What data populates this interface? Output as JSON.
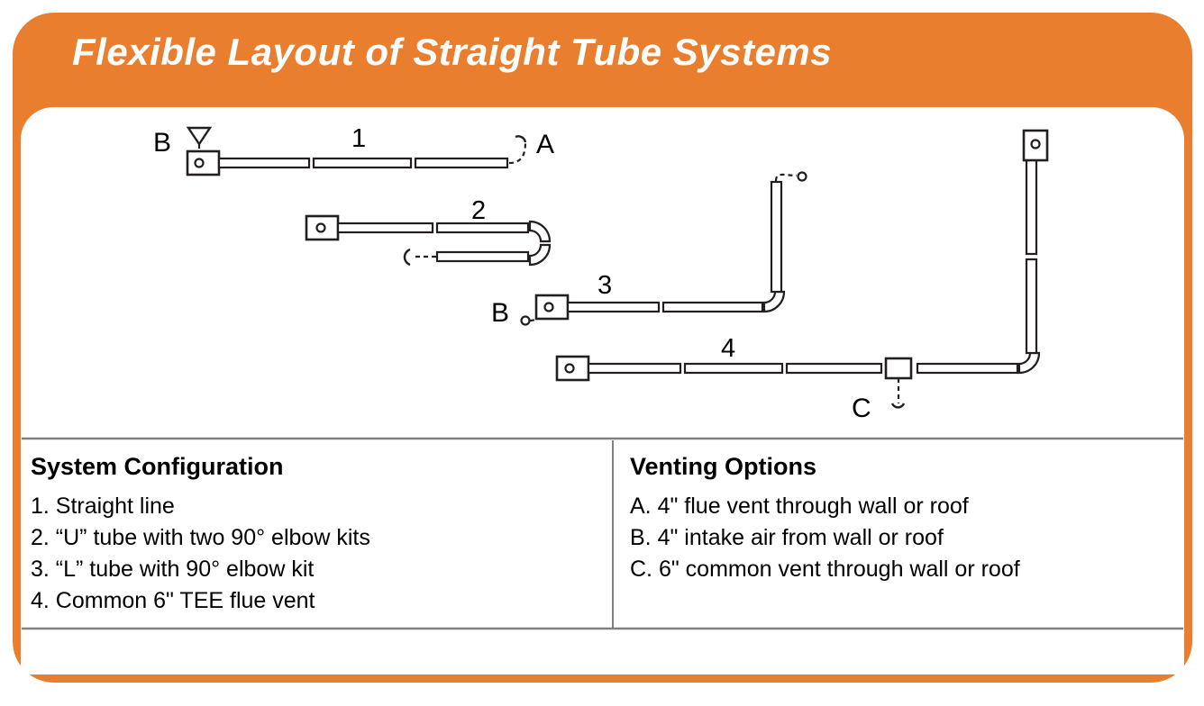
{
  "header": {
    "title": "Flexible Layout of Straight Tube Systems",
    "background_color": "#E87E2E",
    "text_color": "#FFFFFF"
  },
  "frame": {
    "border_color": "#E87E2E",
    "divider_color": "#808080",
    "background_color": "#FFFFFF"
  },
  "diagram": {
    "labels": {
      "sys1_number": "1",
      "sys1_intake": "B",
      "sys1_flue": "A",
      "sys2_number": "2",
      "sys3_number": "3",
      "sys3_intake": "B",
      "sys4_number": "4",
      "sys4_common_vent": "C"
    },
    "line_color": "#231F20",
    "fill_color": "#FFFFFF"
  },
  "legend": {
    "left": {
      "heading": "System Configuration",
      "items": [
        "1. Straight line",
        "2. “U” tube with two 90° elbow kits",
        "3. “L” tube with 90° elbow kit",
        "4. Common 6\" TEE flue vent"
      ]
    },
    "right": {
      "heading": "Venting Options",
      "items": [
        "A. 4\" flue vent through wall or roof",
        "B. 4\" intake air from wall or roof",
        "C. 6\" common vent through wall or roof"
      ]
    }
  }
}
